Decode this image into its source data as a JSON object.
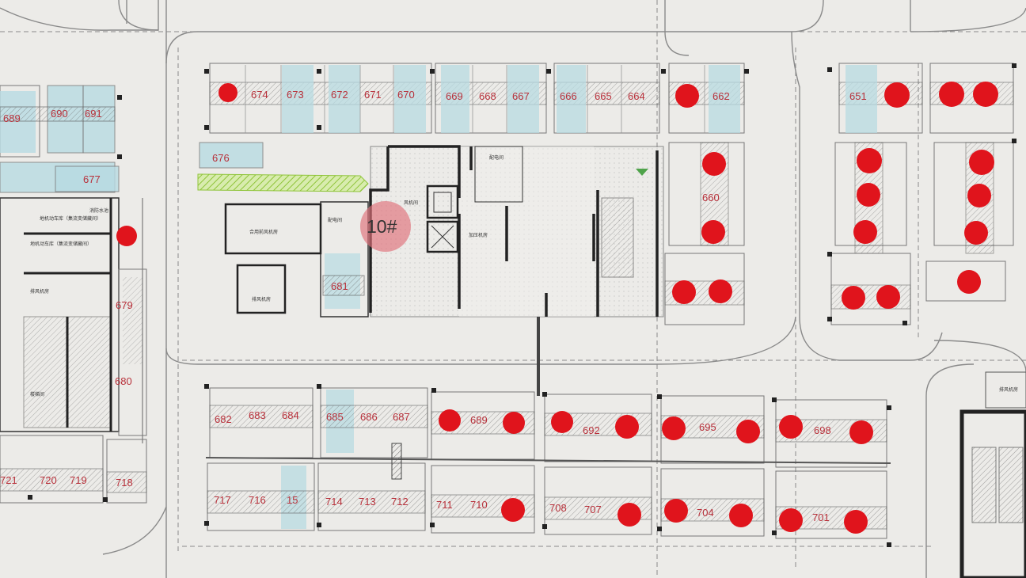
{
  "building": {
    "label": "10#"
  },
  "rooms": {
    "r1": "配电间",
    "r2": "加压机房",
    "r3": "配电间",
    "r4": "合用前风机房",
    "r5": "排风机房",
    "r6": "排风机房",
    "r7": "风机间",
    "r8": "地机动车库（集流变储藏间）",
    "r9": "消防水池",
    "r10": "地机动车库（集流变储藏间）",
    "r11": "排风机房",
    "r12": "楼梯间"
  },
  "slots": {
    "s674": "674",
    "s673": "673",
    "s672": "672",
    "s671": "671",
    "s670": "670",
    "s669": "669",
    "s668": "668",
    "s667": "667",
    "s666": "666",
    "s665": "665",
    "s664": "664",
    "s662": "662",
    "s689b": "689",
    "s690": "690",
    "s691": "691",
    "s676": "676",
    "s677": "677",
    "s651": "651",
    "s660": "660",
    "s681": "681",
    "s679": "679",
    "s680": "680",
    "s682": "682",
    "s683": "683",
    "s684": "684",
    "s685": "685",
    "s686": "686",
    "s687": "687",
    "s689": "689",
    "s692": "692",
    "s695": "695",
    "s698": "698",
    "s717": "717",
    "s716": "716",
    "s715": "15",
    "s714": "714",
    "s713": "713",
    "s712": "712",
    "s711": "711",
    "s710": "710",
    "s708": "708",
    "s707": "707",
    "s704": "704",
    "s701": "701",
    "s721": "721",
    "s720": "720",
    "s719": "719",
    "s718": "718"
  },
  "colors": {
    "paper": "#ecebe8",
    "line": "#555555",
    "wall": "#222222",
    "marker": "#e0141c",
    "slot_label": "#b8303a",
    "highlight": "#b8dbe2",
    "arrow": "#9bcc3b",
    "building_circle": "#e0707a"
  }
}
